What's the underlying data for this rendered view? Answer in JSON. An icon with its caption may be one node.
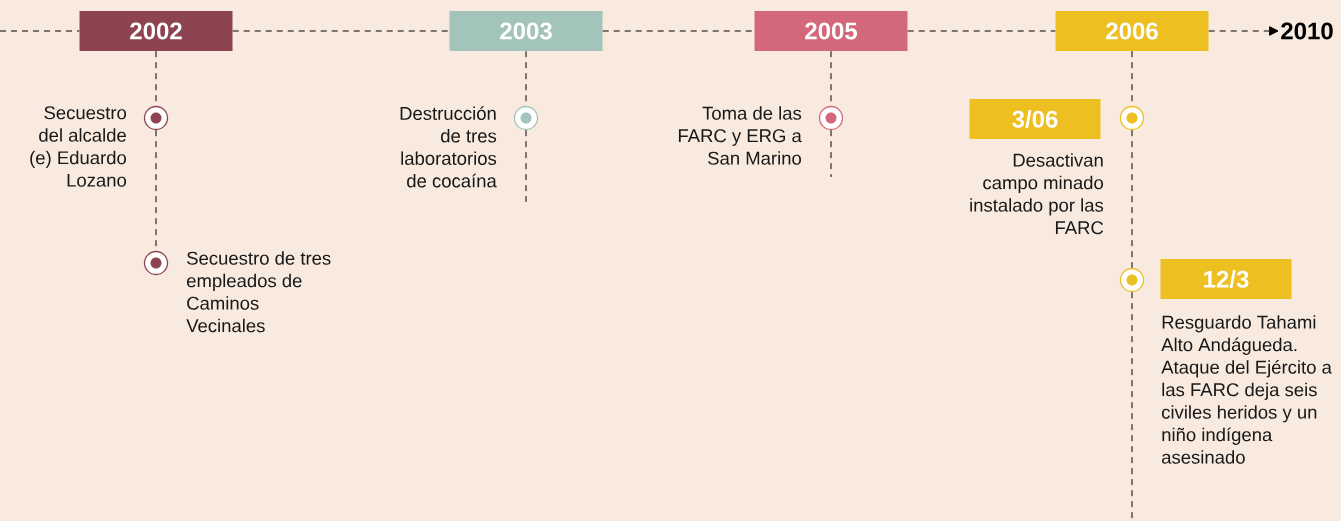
{
  "diagram": {
    "nodes": [
      {
        "text": [
          "2002"
        ]
      },
      {
        "text": [
          "2003"
        ]
      },
      {
        "text": [
          "2005"
        ]
      },
      {
        "text": [
          "2006"
        ]
      },
      {
        "text": [
          "2010"
        ]
      },
      {
        "text": [],
        "shape": "circle",
        "beside": [
          "Secuestro del alcalde (e) Eduardo Lozano"
        ]
      },
      {
        "text": [],
        "shape": "circle",
        "beside": [
          "Secuestro de tres empleados de Caminos Vecinales"
        ]
      },
      {
        "text": [],
        "shape": "circle",
        "beside": [
          "Destrucción de tres laboratorios de cocaína"
        ]
      },
      {
        "text": [],
        "shape": "circle",
        "beside": [
          "Toma de las FARC y ERG a San Marino"
        ]
      },
      {
        "text": [],
        "shape": "circle"
      },
      {
        "text": [
          "3/06"
        ],
        "beside": [
          "Desactivan campo minado instalado por las FARC"
        ]
      },
      {
        "text": [],
        "shape": "circle"
      },
      {
        "text": [
          "12/3"
        ],
        "beside": [
          "Resguardo Tahami Alto Andágueda. Ataque del Ejército a las FARC deja seis civiles heridos y un niño indígena asesinado"
        ]
      }
    ],
    "edges": [
      {
        "from": null,
        "to": 0,
        "arrow": "none",
        "style": "dashed"
      },
      {
        "from": 0,
        "to": 1,
        "arrow": "none",
        "style": "dashed"
      },
      {
        "from": 1,
        "to": 2,
        "arrow": "none",
        "style": "dashed"
      },
      {
        "from": 2,
        "to": 3,
        "arrow": "none",
        "style": "dashed"
      },
      {
        "from": 3,
        "to": 4,
        "arrow": "to",
        "style": "dashed"
      },
      {
        "from": 0,
        "to": 5,
        "arrow": "none",
        "style": "dashed"
      },
      {
        "from": 5,
        "to": 6,
        "arrow": "none",
        "style": "dashed"
      },
      {
        "from": 1,
        "to": 7,
        "arrow": "none",
        "style": "dashed"
      },
      {
        "from": 7,
        "to": null,
        "arrow": "none",
        "style": "dashed"
      },
      {
        "from": 2,
        "to": 8,
        "arrow": "none",
        "style": "dashed"
      },
      {
        "from": 8,
        "to": null,
        "arrow": "none",
        "style": "dashed"
      },
      {
        "from": 3,
        "to": 9,
        "arrow": "none",
        "style": "dashed"
      },
      {
        "from": 9,
        "to": 11,
        "arrow": "none",
        "style": "dashed"
      },
      {
        "from": 11,
        "to": null,
        "arrow": "none",
        "style": "dashed"
      }
    ]
  }
}
